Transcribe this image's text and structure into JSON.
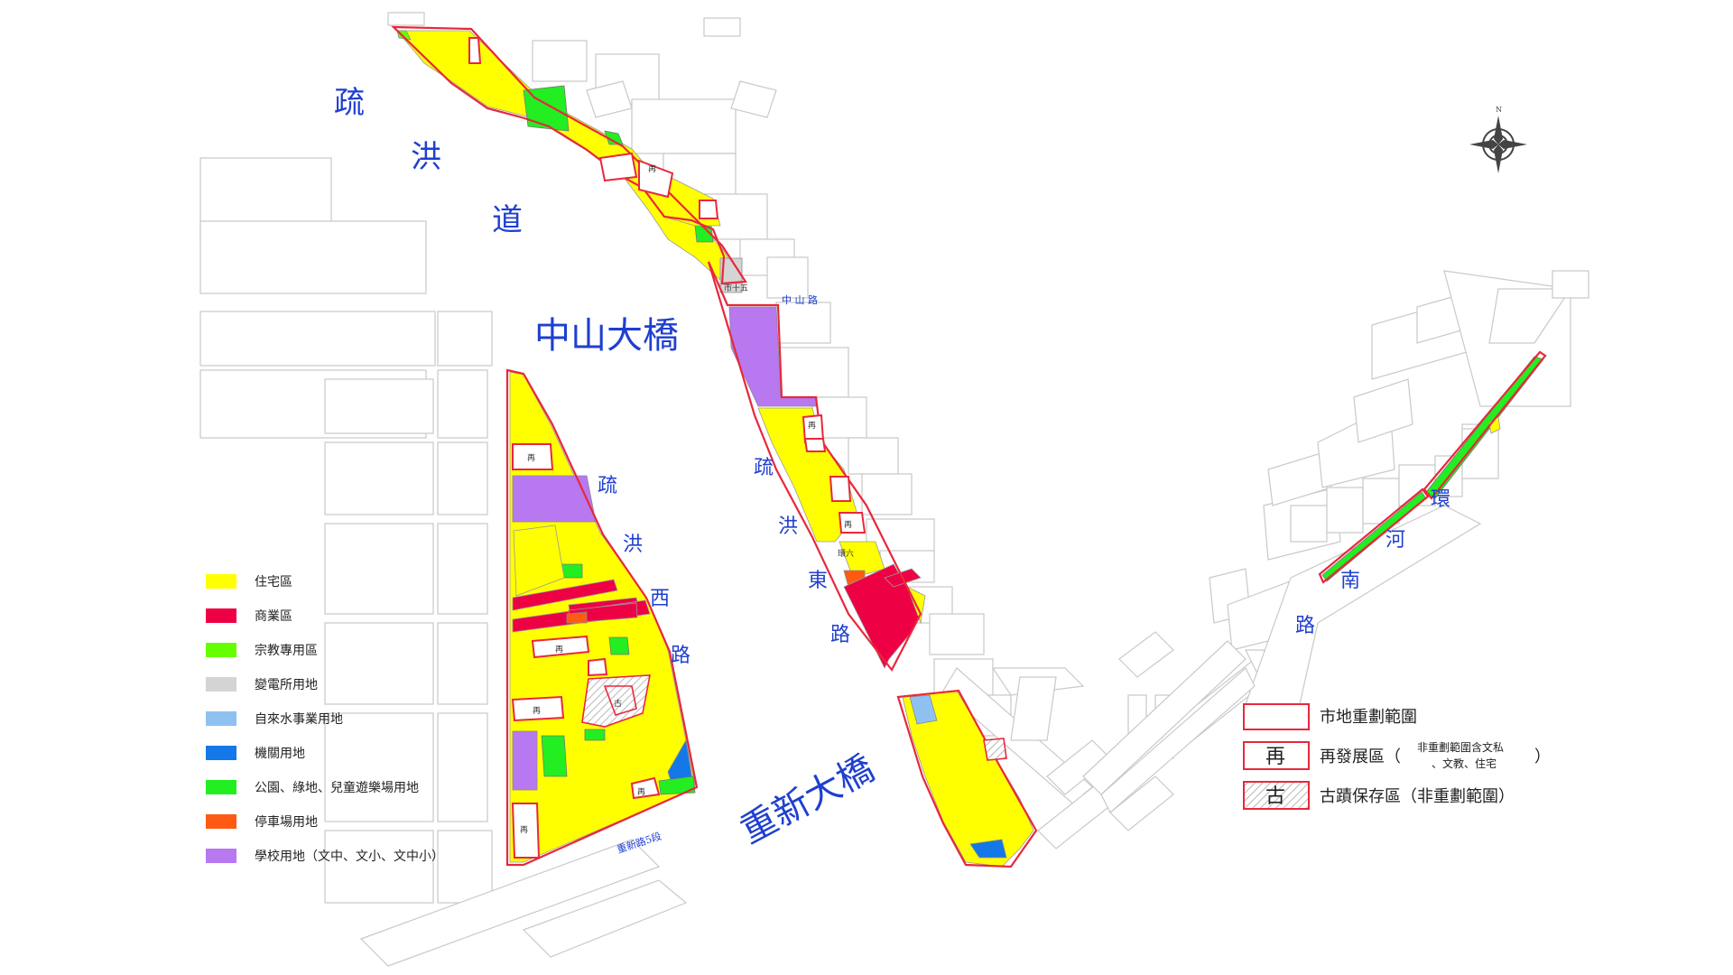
{
  "labels": {
    "channel_chars": [
      "疏",
      "洪",
      "道"
    ],
    "zhongshan_bridge": "中山大橋",
    "chongxin_bridge": "重新大橋",
    "west_road_chars": [
      "疏",
      "洪",
      "西",
      "路"
    ],
    "east_road_chars": [
      "疏",
      "洪",
      "東",
      "路"
    ],
    "river_south_road_chars": [
      "環",
      "河",
      "南",
      "路"
    ],
    "zhongshan_road": "中 山 路",
    "chongxin_road": "重新路5段",
    "substation_tag": "市十五",
    "lane_tag": "環六",
    "redev_mark": "再",
    "heritage_mark": "古"
  },
  "legend_zones": [
    {
      "name": "住宅區",
      "color": "#ffff00"
    },
    {
      "name": "商業區",
      "color": "#ee0044"
    },
    {
      "name": "宗教專用區",
      "color": "#66ff00"
    },
    {
      "name": "變電所用地",
      "color": "#d4d4d4"
    },
    {
      "name": "自來水事業用地",
      "color": "#8fc1f0"
    },
    {
      "name": "機關用地",
      "color": "#1478e8"
    },
    {
      "name": "公園、綠地、兒童遊樂場用地",
      "color": "#22ee22"
    },
    {
      "name": "停車場用地",
      "color": "#ff5a14"
    },
    {
      "name": "學校用地（文中、文小、文中小）",
      "color": "#b878f0"
    }
  ],
  "legend_areas": {
    "land_readjustment": "市地重劃範圍",
    "redevelopment": {
      "mark": "再",
      "name": "再發展區（",
      "note_top": "非重劃範圍含文私",
      "note_bottom": "、文教、住宅",
      "close": "）"
    },
    "heritage": {
      "mark": "古",
      "name": "古蹟保存區（非重劃範圍）"
    }
  },
  "compass": {
    "north_mark": "N"
  },
  "colors": {
    "boundary": "#e8283c",
    "label_blue": "#1f3fd0"
  }
}
